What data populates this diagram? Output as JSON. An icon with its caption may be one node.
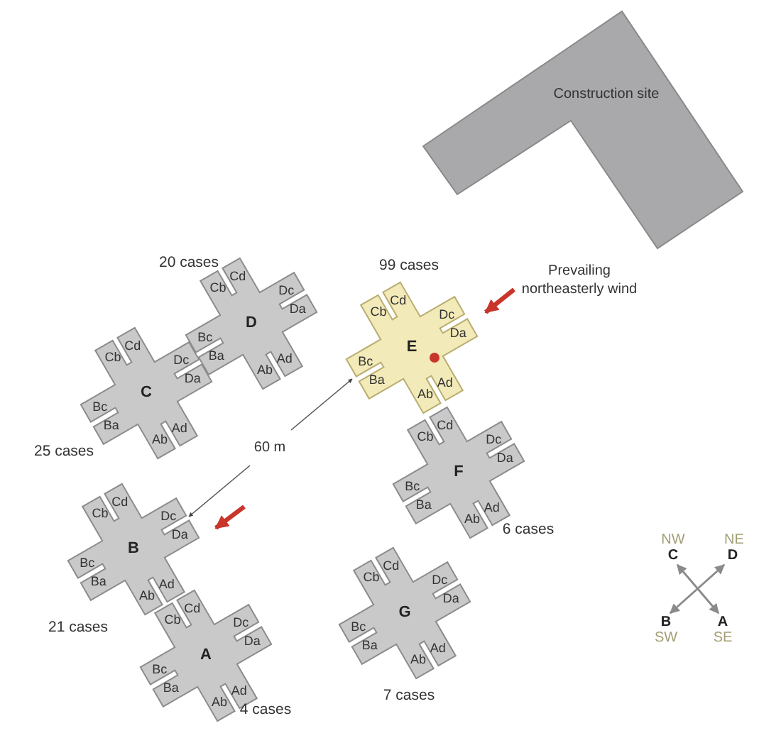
{
  "diagram": {
    "nodes": [
      {
        "text": [
          "Construction site"
        ]
      },
      {
        "text": [
          "D",
          "Cb",
          "Cd",
          "Dc",
          "Da",
          "Ad",
          "Ab",
          "Ba",
          "Bc"
        ],
        "beside": [
          "20 cases"
        ]
      },
      {
        "text": [
          "E",
          "Cb",
          "Cd",
          "Dc",
          "Da",
          "Ad",
          "Ab",
          "Ba",
          "Bc"
        ],
        "beside": [
          "99 cases"
        ]
      },
      {
        "text": [
          "C",
          "Cb",
          "Cd",
          "Dc",
          "Da",
          "Ad",
          "Ab",
          "Ba",
          "Bc"
        ],
        "beside": [
          "25 cases"
        ]
      },
      {
        "text": [
          "F",
          "Cb",
          "Cd",
          "Dc",
          "Da",
          "Ad",
          "Ab",
          "Ba",
          "Bc"
        ],
        "beside": [
          "6 cases"
        ]
      },
      {
        "text": [
          "B",
          "Cb",
          "Cd",
          "Dc",
          "Da",
          "Ad",
          "Ab",
          "Ba",
          "Bc"
        ],
        "beside": [
          "21 cases"
        ]
      },
      {
        "text": [
          "G",
          "Cb",
          "Cd",
          "Dc",
          "Da",
          "Ad",
          "Ab",
          "Ba",
          "Bc"
        ],
        "beside": [
          "7 cases"
        ]
      },
      {
        "text": [
          "A",
          "Cb",
          "Cd",
          "Dc",
          "Da",
          "Ad",
          "Ab",
          "Ba",
          "Bc"
        ],
        "beside": [
          "4 cases"
        ]
      }
    ],
    "labels": [
      "Prevailing northeasterly wind",
      "60 m",
      "NW",
      "NE",
      "C",
      "D",
      "B",
      "A",
      "SW",
      "SE"
    ]
  }
}
